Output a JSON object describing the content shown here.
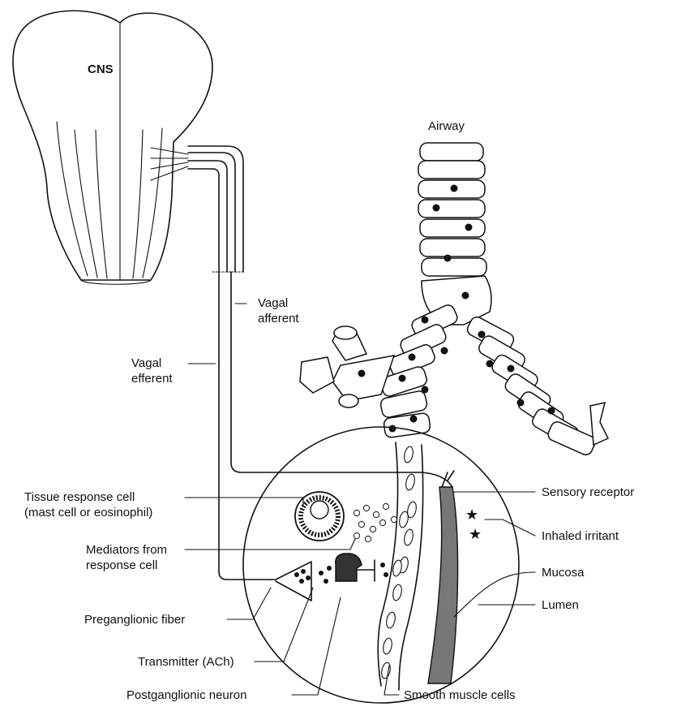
{
  "labels": {
    "cns": "CNS",
    "airway": "Airway",
    "vagal_afferent": [
      "Vagal",
      "afferent"
    ],
    "vagal_efferent": [
      "Vagal",
      "efferent"
    ],
    "tissue_response_cell": [
      "Tissue response cell",
      "(mast cell or eosinophil)"
    ],
    "mediators": [
      "Mediators from",
      "response cell"
    ],
    "preganglionic_fiber": "Preganglionic fiber",
    "transmitter": "Transmitter (ACh)",
    "postganglionic_neuron": "Postganglionic neuron",
    "smooth_muscle_cells": "Smooth muscle cells",
    "sensory_receptor": "Sensory receptor",
    "inhaled_irritant": "Inhaled irritant",
    "mucosa": "Mucosa",
    "lumen": "Lumen"
  }
}
